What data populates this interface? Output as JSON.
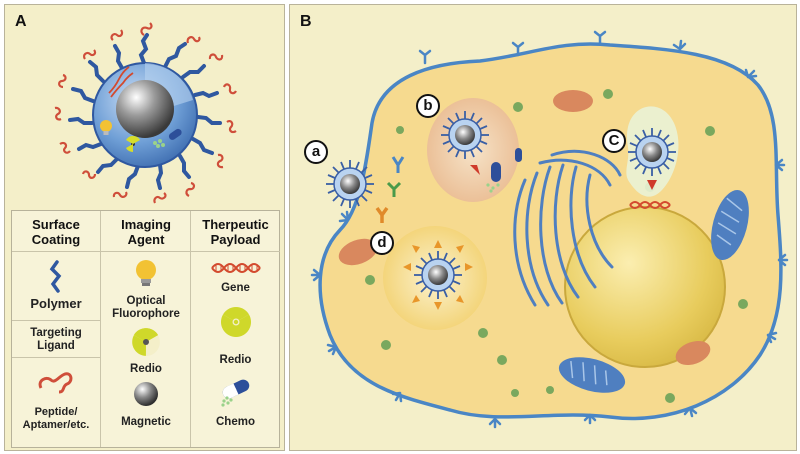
{
  "panel_a": {
    "label": "A",
    "legend": {
      "col1": {
        "header": [
          "Surface",
          "Coating"
        ],
        "polymer": "Polymer",
        "targeting": [
          "Targeting",
          "Ligand"
        ],
        "peptide": [
          "Peptide/",
          "Aptamer/etc."
        ]
      },
      "col2": {
        "header": [
          "Imaging",
          "Agent"
        ],
        "optical": [
          "Optical",
          "Fluorophore"
        ],
        "radio": "Redio",
        "magnetic": "Magnetic"
      },
      "col3": {
        "header": [
          "Therpeutic",
          "Payload"
        ],
        "gene": "Gene",
        "radio": "Redio",
        "chemo": "Chemo"
      }
    }
  },
  "panel_b": {
    "label": "B",
    "callouts": [
      "a",
      "b",
      "C",
      "d"
    ]
  },
  "colors": {
    "panel_bg": "#f4efc9",
    "cell": "#f5d98a",
    "membrane": "#4a86c5",
    "nucleus": "#e6c95a",
    "polymer": "#3a5fa5",
    "peptide": "#d9553f",
    "mitochondria": "#4f7fc0",
    "vesicle": "#d9885e",
    "dot": "#7aa85e"
  }
}
